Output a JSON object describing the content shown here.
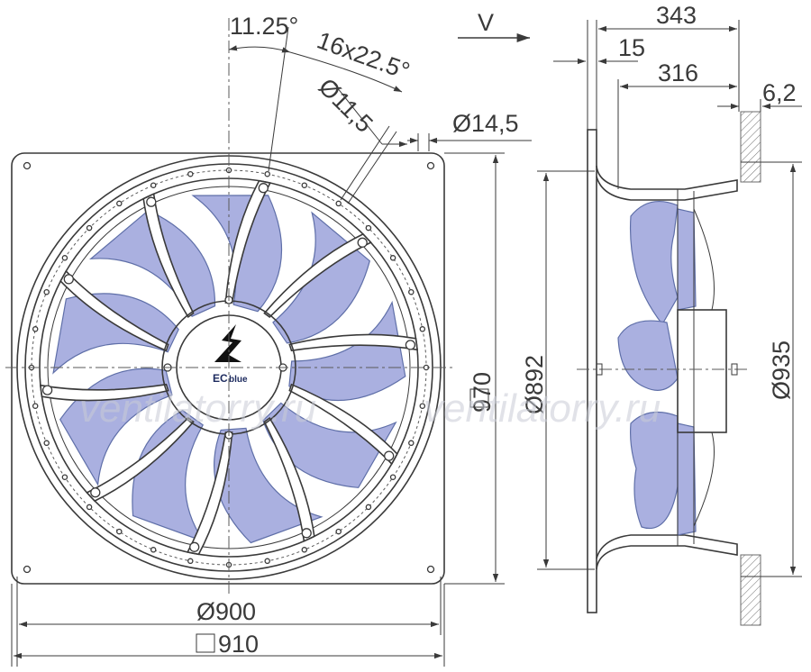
{
  "drawing": {
    "front_view": {
      "dim_angle_pitch": "11.25°",
      "dim_holes_pattern": "16x22.5°",
      "dim_hole_diameter": "Ø11,5",
      "dim_outer_hole": "Ø14,5",
      "dim_frame_height": "970",
      "dim_ring_diameter": "Ø900",
      "dim_frame_width": "910",
      "logo_prefix": "EC",
      "logo_suffix": "blue"
    },
    "side_view": {
      "view_label": "V",
      "dim_overall_depth": "343",
      "dim_flange": "15",
      "dim_depth": "316",
      "dim_wall": "6,2",
      "dim_inlet_diameter": "Ø892",
      "dim_outer_diameter": "Ø935"
    },
    "watermark_left": "ventilatorry.ru",
    "watermark_right": "ventilatorry.ru"
  },
  "colors": {
    "blade": "#aab0e0",
    "blade_edge": "#5f6fa8",
    "line": "#3a3a3a"
  }
}
